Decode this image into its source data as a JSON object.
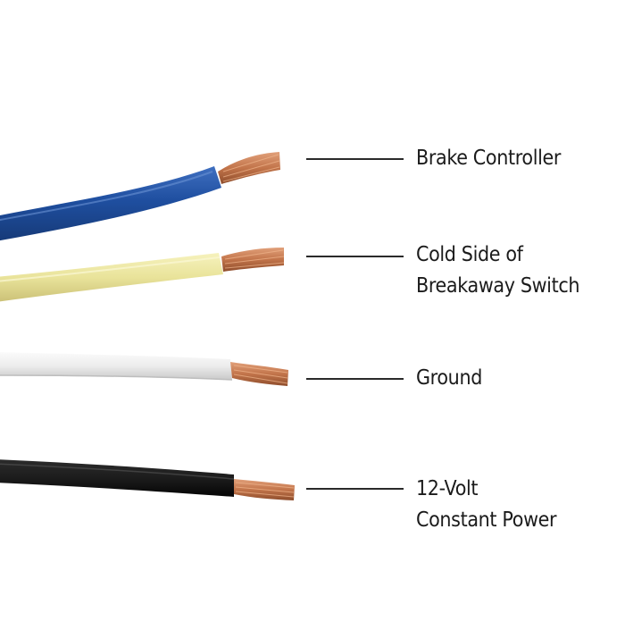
{
  "wires": [
    {
      "id": "brake",
      "lines": [
        "Brake Controller"
      ],
      "insulation_color": "#1f4fa0",
      "insulation_shadow": "#173b7c"
    },
    {
      "id": "breakaway",
      "lines": [
        "Cold Side of",
        "Breakaway Switch"
      ],
      "insulation_color": "#e9e39a",
      "insulation_shadow": "#cfc67a"
    },
    {
      "id": "ground",
      "lines": [
        "Ground"
      ],
      "insulation_color": "#eeeeee",
      "insulation_shadow": "#cfcfcf"
    },
    {
      "id": "power",
      "lines": [
        "12-Volt",
        "Constant Power"
      ],
      "insulation_color": "#1c1c1c",
      "insulation_shadow": "#000000"
    }
  ],
  "copper_color": "#c2744a",
  "label_color": "#1b1b1b"
}
